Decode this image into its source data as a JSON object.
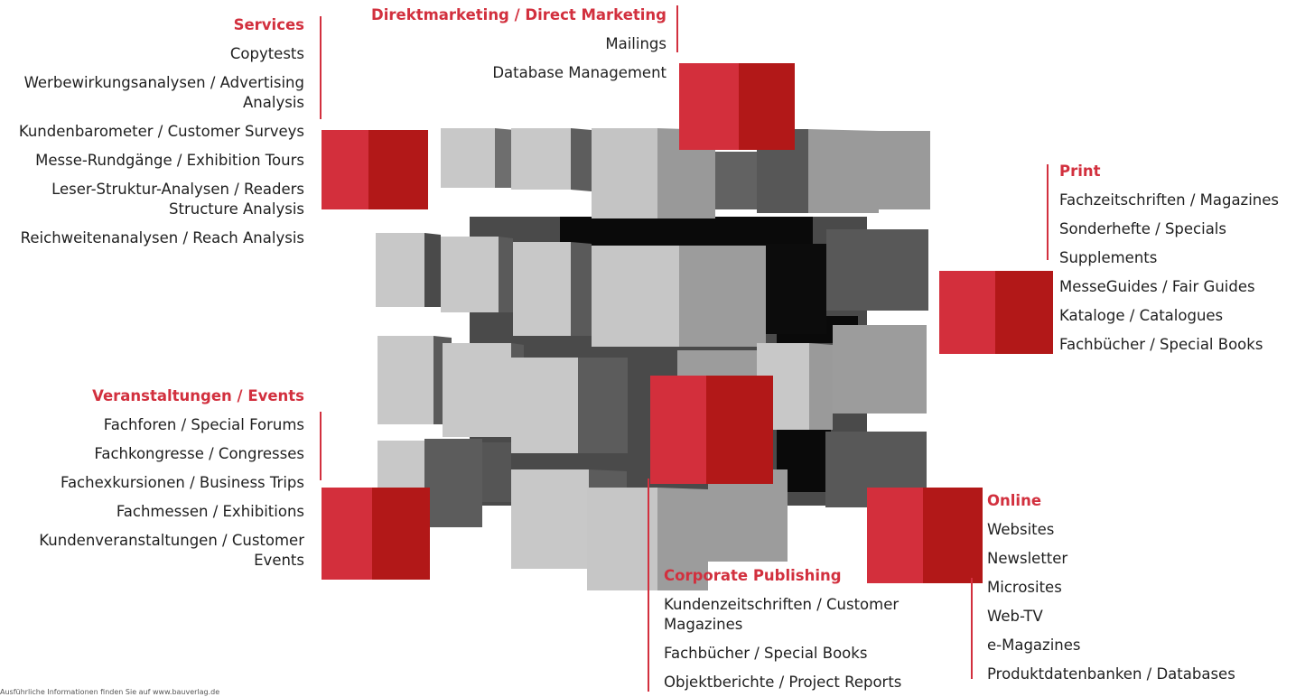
{
  "services": {
    "heading": "Services",
    "items": [
      "Copytests",
      "Werbewirkungsanalysen / Advertising Analysis",
      "Kundenbarometer / Customer Surveys",
      "Messe-Rundgänge / Exhibition Tours",
      "Leser-Struktur-Analysen / Readers Structure Analysis",
      "Reichweitenanalysen / Reach Analysis"
    ]
  },
  "direct_marketing": {
    "heading": "Direktmarketing / Direct Marketing",
    "items": [
      "Mailings",
      "Database Management"
    ]
  },
  "print": {
    "heading": "Print",
    "items": [
      "Fachzeitschriften / Magazines",
      "Sonderhefte / Specials",
      "Supplements",
      "MesseGuides / Fair Guides",
      "Kataloge / Catalogues",
      "Fachbücher / Special Books"
    ]
  },
  "events": {
    "heading": "Veranstaltungen / Events",
    "items": [
      "Fachforen / Special Forums",
      "Fachkongresse / Congresses",
      "Fachexkursionen / Business Trips",
      "Fachmessen / Exhibitions",
      "Kundenveranstaltungen / Customer Events"
    ]
  },
  "online": {
    "heading": "Online",
    "items": [
      "Websites",
      "Newsletter",
      "Microsites",
      "Web-TV",
      "e-Magazines",
      "Produktdatenbanken / Databases"
    ]
  },
  "corporate_publishing": {
    "heading": "Corporate Publishing",
    "items": [
      "Kundenzeitschriften / Customer Magazines",
      "Fachbücher / Special Books",
      "Objektberichte / Project Reports"
    ]
  },
  "footnote": "Ausführliche Informationen finden Sie auf www.bauverlag.de",
  "colors": {
    "accent": "#d2303e",
    "cube_light": "#c8c8c8",
    "cube_mid": "#9a9a9a",
    "cube_dark": "#595959",
    "red_front": "#d32f3c",
    "red_side": "#b21818"
  }
}
